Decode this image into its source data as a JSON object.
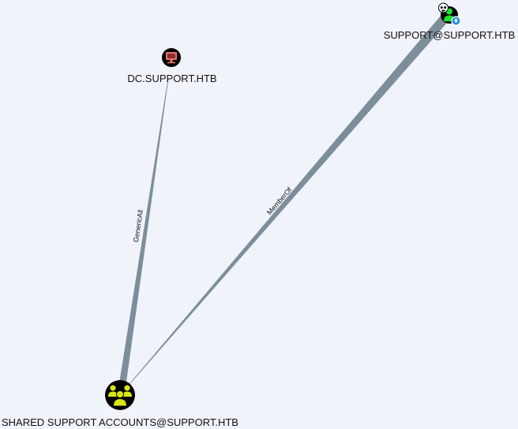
{
  "graph": {
    "nodes": {
      "computer": {
        "label": "DC.SUPPORT.HTB",
        "type": "Computer",
        "icon": "desktop-icon",
        "icon_color": "#e8726c",
        "bg_color": "#000000"
      },
      "user": {
        "label": "SUPPORT@SUPPORT.HTB",
        "type": "User",
        "icon": "user-icon",
        "icon_color": "#17e625",
        "bg_color": "#000000",
        "badges": [
          "skull-icon",
          "pin-icon"
        ]
      },
      "group": {
        "label": "SHARED SUPPORT ACCOUNTS@SUPPORT.HTB",
        "type": "Group",
        "icon": "users-icon",
        "icon_color": "#dbe617",
        "bg_color": "#000000"
      }
    },
    "edges": {
      "generic_all": {
        "label": "GenericAll",
        "source": "group",
        "target": "computer",
        "color": "#7d8e9b"
      },
      "member_of": {
        "label": "MemberOf",
        "source": "user",
        "target": "group",
        "color": "#7d8e9b"
      }
    }
  }
}
